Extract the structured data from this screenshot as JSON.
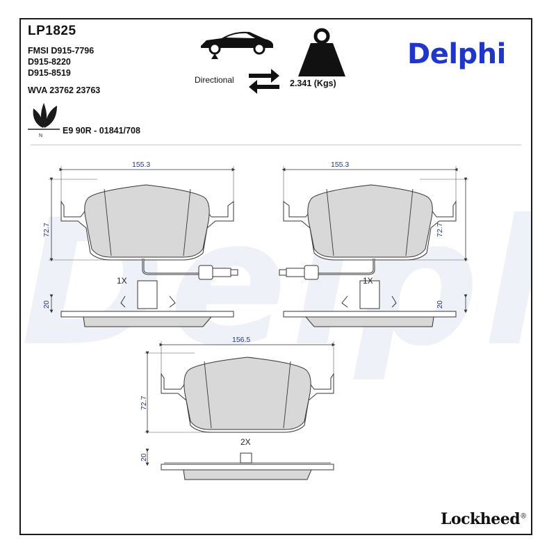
{
  "header": {
    "part_number": "LP1825",
    "references": [
      "FMSI D915-7796",
      "D915-8220",
      "D915-8519",
      "WVA 23762 23763"
    ],
    "ece_approval": "E9 90R - 01841/708",
    "ece_mark": "N",
    "directional_label": "Directional",
    "weight_label": "2.341 (Kgs)",
    "brand": "Delphi",
    "brand_color": "#1f36c8",
    "footer_brand": "Lockheed",
    "footer_mark": "®"
  },
  "icons": {
    "eco": "eco-leaf-icon",
    "car": "car-front-axle-icon",
    "arrows": "directional-arrows-icon",
    "weight": "weight-icon"
  },
  "drawings": {
    "pad_left": {
      "width": "155.3",
      "height": "72.7",
      "thickness": "20",
      "quantity": "1X"
    },
    "pad_right": {
      "width": "155.3",
      "height": "72.7",
      "thickness": "20",
      "quantity": "1X"
    },
    "pad_inner": {
      "width": "156.5",
      "height": "72.7",
      "thickness": "20",
      "quantity": "2X"
    }
  }
}
